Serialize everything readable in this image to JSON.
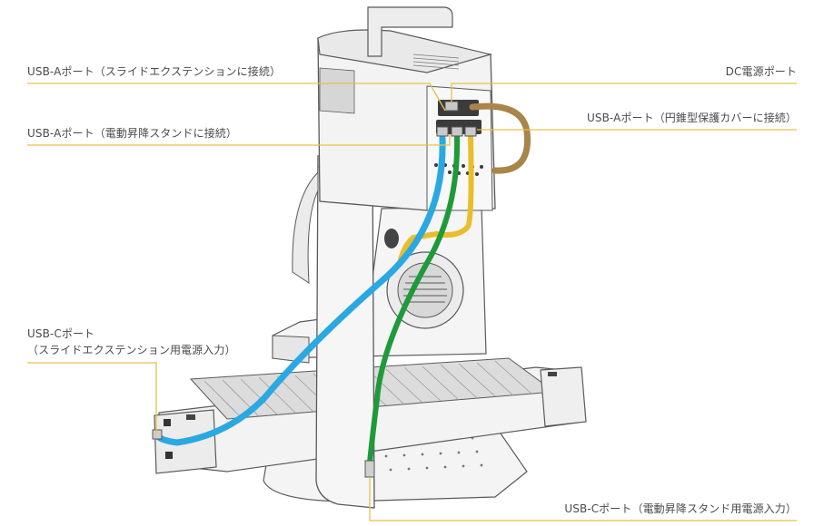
{
  "labels": {
    "usb_a_slide": "USB-Aポート（スライドエクステンションに接続）",
    "usb_a_lift": "USB-Aポート（電動昇降スタンドに接続）",
    "dc_port": "DC電源ポート",
    "usb_a_cone": "USB-Aポート（円錐型保護カバーに接続）",
    "usb_c_slide_line1": "USB-Cポート",
    "usb_c_slide_line2": "（スライドエクステンション用電源入力）",
    "usb_c_lift": "USB-Cポート（電動昇降スタンド用電源入力）"
  },
  "colors": {
    "leader": "#e7c14a",
    "cable_blue": "#2aa8e2",
    "cable_green": "#1f9a3a",
    "cable_yellow": "#e9be2c",
    "cable_brown": "#a8854a",
    "outline": "#5a5a5a",
    "body_fill": "#f2f2f2",
    "shade": "#e4e4e4"
  }
}
